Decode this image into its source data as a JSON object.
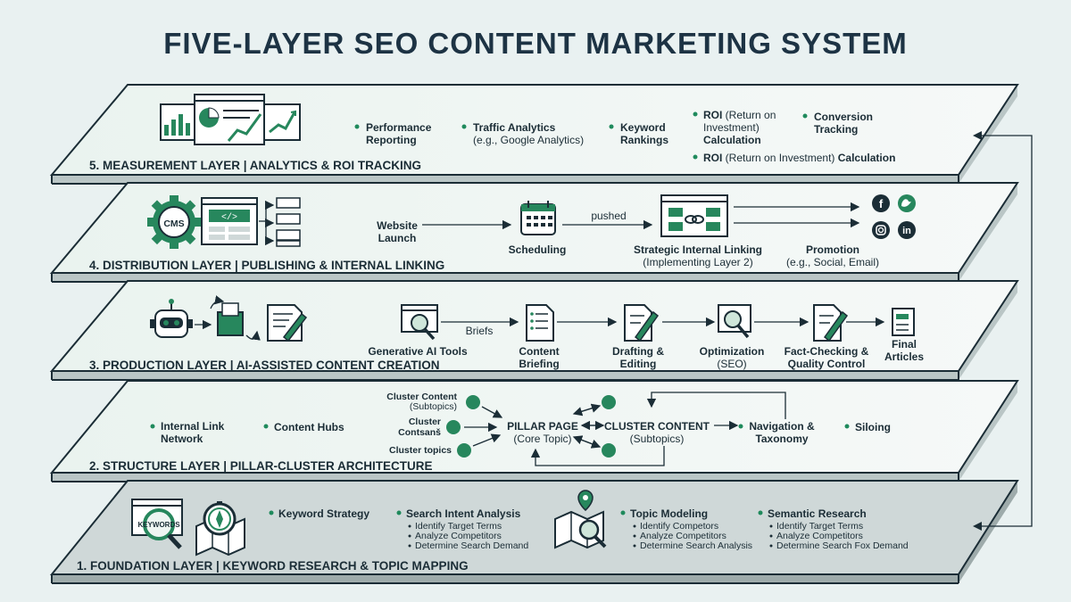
{
  "title": "FIVE-LAYER SEO CONTENT MARKETING SYSTEM",
  "layers": {
    "measurement": {
      "title": "5. MEASUREMENT LAYER | ANALYTICS & ROI TRACKING",
      "items": [
        "Performance",
        "Reporting",
        "Traffic Analytics",
        "(e.g., Google Analytics)",
        "Keyword",
        "Rankings",
        "ROI",
        " (Return on",
        "Investment)",
        "Calculation",
        "Conversion",
        "Tracking",
        "ROI",
        " (Return on Investment) ",
        "Calculation"
      ]
    },
    "distribution": {
      "title": "4. DISTRIBUTION LAYER | PUBLISHING & INTERNAL LINKING",
      "cms": "CMS",
      "launch": [
        "Website",
        "Launch"
      ],
      "scheduling": "Scheduling",
      "pushed": "pushed",
      "linking": [
        "Strategic Internal Linking",
        "(Implementing Layer 2)"
      ],
      "promotion": [
        "Promotion",
        "(e.g., Social, Email)"
      ],
      "social": [
        "f",
        "in"
      ]
    },
    "production": {
      "title": "3. PRODUCTION LAYER | AI-ASSISTED CONTENT CREATION",
      "genai": "Generative AI Tools",
      "briefs": "Briefs",
      "briefing": [
        "Content",
        "Briefing"
      ],
      "drafting": [
        "Drafting &",
        "Editing"
      ],
      "optimization": [
        "Optimization",
        "(SEO)"
      ],
      "factcheck": [
        "Fact-Checking &",
        "Quality Control"
      ],
      "final": [
        "Final",
        "Articles"
      ]
    },
    "structure": {
      "title": "2. STRUCTURE LAYER | PILLAR-CLUSTER ARCHITECTURE",
      "internal_link": [
        "Internal Link",
        "Network"
      ],
      "hubs": "Content Hubs",
      "cluster_content_left": [
        "Cluster Content",
        "(Subtopics)"
      ],
      "cluster_contsans": [
        "Cluster",
        "Contsanš"
      ],
      "cluster_topics": "Cluster topics",
      "pillar": [
        "PILLAR PAGE",
        "(Core Topic)"
      ],
      "cluster": [
        "CLUSTER CONTENT",
        "(Subtopics)"
      ],
      "navigation": [
        "Navigation &",
        "Taxonomy"
      ],
      "siloing": "Siloing"
    },
    "foundation": {
      "title": "1. FOUNDATION LAYER | KEYWORD RESEARCH & TOPIC MAPPING",
      "keywords_icon": "KEYWORDS",
      "keyword_strategy": "Keyword Strategy",
      "search_intent": {
        "head": "Search Intent Analysis",
        "subs": [
          "Identify Target Terms",
          "Analyze Competitors",
          "Determine Search Demand"
        ]
      },
      "topic_modeling": {
        "head": "Topic Modeling",
        "subs": [
          "Identify Competors",
          "Analyze Competitors",
          "Determine Search Analysis"
        ]
      },
      "semantic": {
        "head": "Semantic Research",
        "subs": [
          "Identify Target Terms",
          "Analyze Competitors",
          "Determine Search Fox Demand"
        ]
      }
    }
  },
  "colors": {
    "accent": "#27875d",
    "ink": "#1b2d36",
    "layer_fill": "#f4f8f7",
    "foundation_fill": "#cfd8d8"
  }
}
